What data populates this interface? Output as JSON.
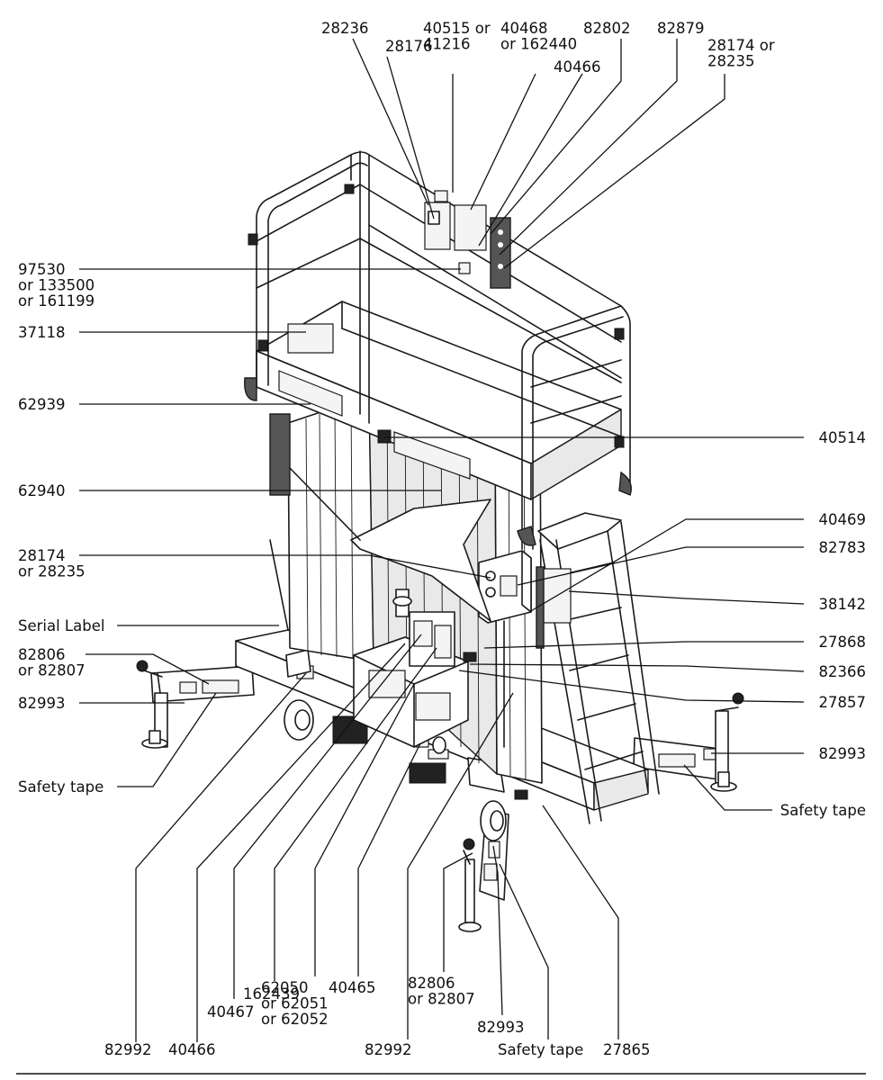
{
  "callouts": {
    "top": [
      {
        "id": "t1",
        "lines": [
          "28236"
        ]
      },
      {
        "id": "t2",
        "lines": [
          "28176"
        ]
      },
      {
        "id": "t3",
        "lines": [
          "40515 or",
          "41216"
        ]
      },
      {
        "id": "t4",
        "lines": [
          "40468",
          "or 162440"
        ]
      },
      {
        "id": "t5",
        "lines": [
          "40466"
        ]
      },
      {
        "id": "t6",
        "lines": [
          "82802"
        ]
      },
      {
        "id": "t7",
        "lines": [
          "82879"
        ]
      },
      {
        "id": "t8",
        "lines": [
          "28174  or",
          "28235"
        ]
      }
    ],
    "left": [
      {
        "id": "l1",
        "lines": [
          "97530",
          "or 133500",
          "or 161199"
        ]
      },
      {
        "id": "l2",
        "lines": [
          "37118"
        ]
      },
      {
        "id": "l3",
        "lines": [
          "62939"
        ]
      },
      {
        "id": "l4",
        "lines": [
          "62940"
        ]
      },
      {
        "id": "l5",
        "lines": [
          "28174",
          "or 28235"
        ]
      },
      {
        "id": "l6",
        "lines": [
          "Serial Label"
        ]
      },
      {
        "id": "l7",
        "lines": [
          "82806",
          "or 82807"
        ]
      },
      {
        "id": "l8",
        "lines": [
          "82993"
        ]
      },
      {
        "id": "l9",
        "lines": [
          "Safety tape"
        ]
      }
    ],
    "right": [
      {
        "id": "r1",
        "lines": [
          "40514"
        ]
      },
      {
        "id": "r2",
        "lines": [
          "40469"
        ]
      },
      {
        "id": "r3",
        "lines": [
          "82783"
        ]
      },
      {
        "id": "r4",
        "lines": [
          "38142"
        ]
      },
      {
        "id": "r5",
        "lines": [
          "27868"
        ]
      },
      {
        "id": "r6",
        "lines": [
          "82366"
        ]
      },
      {
        "id": "r7",
        "lines": [
          "27857"
        ]
      },
      {
        "id": "r8",
        "lines": [
          "82993"
        ]
      },
      {
        "id": "r9",
        "lines": [
          "Safety tape"
        ]
      }
    ],
    "bottom": [
      {
        "id": "b1",
        "lines": [
          "82992"
        ]
      },
      {
        "id": "b2",
        "lines": [
          "40466"
        ]
      },
      {
        "id": "b3",
        "lines": [
          "40467"
        ]
      },
      {
        "id": "b4",
        "lines": [
          "162439"
        ]
      },
      {
        "id": "b5",
        "lines": [
          "62050",
          "or 62051",
          "or 62052"
        ]
      },
      {
        "id": "b6",
        "lines": [
          "40465"
        ]
      },
      {
        "id": "b7",
        "lines": [
          "82992"
        ]
      },
      {
        "id": "b8",
        "lines": [
          "82806",
          "or 82807"
        ]
      },
      {
        "id": "b9",
        "lines": [
          "82993"
        ]
      },
      {
        "id": "b10",
        "lines": [
          "Safety tape"
        ]
      },
      {
        "id": "b11",
        "lines": [
          "27865"
        ]
      }
    ]
  }
}
